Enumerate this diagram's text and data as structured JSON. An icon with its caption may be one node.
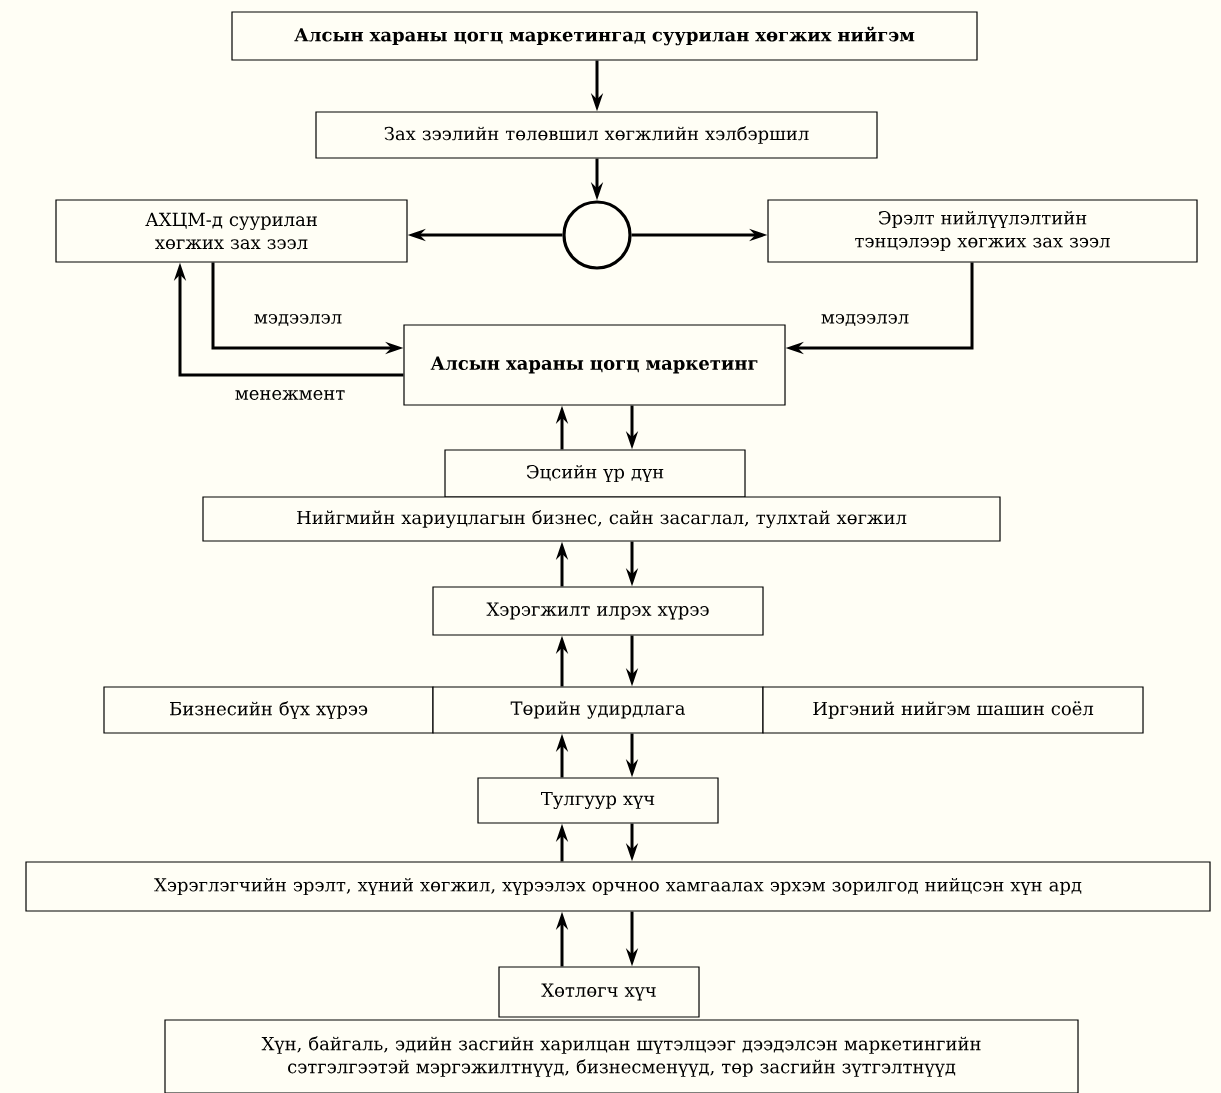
{
  "diagram": {
    "nodes": [
      {
        "text": [
          "Алсын хараны цогц маркетингад суурилан хөгжих нийгэм"
        ]
      },
      {
        "text": [
          "Зах зээлийн төлөвшил хөгжлийн хэлбэршил"
        ]
      },
      {
        "text": [],
        "shape": "circle"
      },
      {
        "text": [
          "АХЦМ-д суурилан хөгжих зах зээл"
        ]
      },
      {
        "text": [
          "Эрэлт нийлүүлэлтийн тэнцэлээр хөгжих зах зээл"
        ]
      },
      {
        "text": [
          "Алсын хараны цогц маркетинг"
        ]
      },
      {
        "text": [
          "Эцсийн үр дүн"
        ]
      },
      {
        "text": [
          "Нийгмийн хариуцлагын бизнес, сайн засаглал, тулхтай хөгжил"
        ]
      },
      {
        "text": [
          "Хэрэгжилт илрэх хүрээ"
        ]
      },
      {
        "text": [
          "Бизнесийн бүх хүрээ"
        ]
      },
      {
        "text": [
          "Төрийн удирдлага"
        ]
      },
      {
        "text": [
          "Иргэний нийгэм шашин соёл"
        ]
      },
      {
        "text": [
          "Тулгуур хүч"
        ]
      },
      {
        "text": [
          "Хэрэглэгчийн эрэлт, хүний хөгжил, хүрээлэх орчноо хамгаалах эрхэм зорилгод нийцсэн хүн ард"
        ]
      },
      {
        "text": [
          "Хөтлөгч хүч"
        ]
      },
      {
        "text": [
          "Хүн, байгаль, эдийн засгийн харилцан шүтэлцээг дээдэлсэн маркетингийн сэтгэлгээтэй мэргэжилтнүүд, бизнесменүүд, төр засгийн зүтгэлтнүүд"
        ]
      }
    ],
    "edges": [
      {
        "from": 0,
        "to": 1,
        "arrow": "to"
      },
      {
        "from": 1,
        "to": 2,
        "arrow": "to"
      },
      {
        "from": 2,
        "to": 3,
        "arrow": "to"
      },
      {
        "from": 2,
        "to": 4,
        "arrow": "to"
      },
      {
        "from": 3,
        "to": 5,
        "arrow": "to",
        "label": "мэдээлэл"
      },
      {
        "from": 4,
        "to": 5,
        "arrow": "to",
        "label": "мэдээлэл"
      },
      {
        "from": 5,
        "to": 3,
        "arrow": "to",
        "label": "менежмент"
      },
      {
        "from": 6,
        "to": 5,
        "arrow": "to"
      },
      {
        "from": 5,
        "to": 6,
        "arrow": "to"
      },
      {
        "from": 8,
        "to": 7,
        "arrow": "to"
      },
      {
        "from": 7,
        "to": 8,
        "arrow": "to"
      },
      {
        "from": 10,
        "to": 8,
        "arrow": "to"
      },
      {
        "from": 8,
        "to": 10,
        "arrow": "to"
      },
      {
        "from": 12,
        "to": 10,
        "arrow": "to"
      },
      {
        "from": 10,
        "to": 12,
        "arrow": "to"
      },
      {
        "from": 13,
        "to": 12,
        "arrow": "to"
      },
      {
        "from": 12,
        "to": 13,
        "arrow": "to"
      },
      {
        "from": 14,
        "to": 13,
        "arrow": "to"
      },
      {
        "from": 13,
        "to": 14,
        "arrow": "to"
      }
    ]
  }
}
